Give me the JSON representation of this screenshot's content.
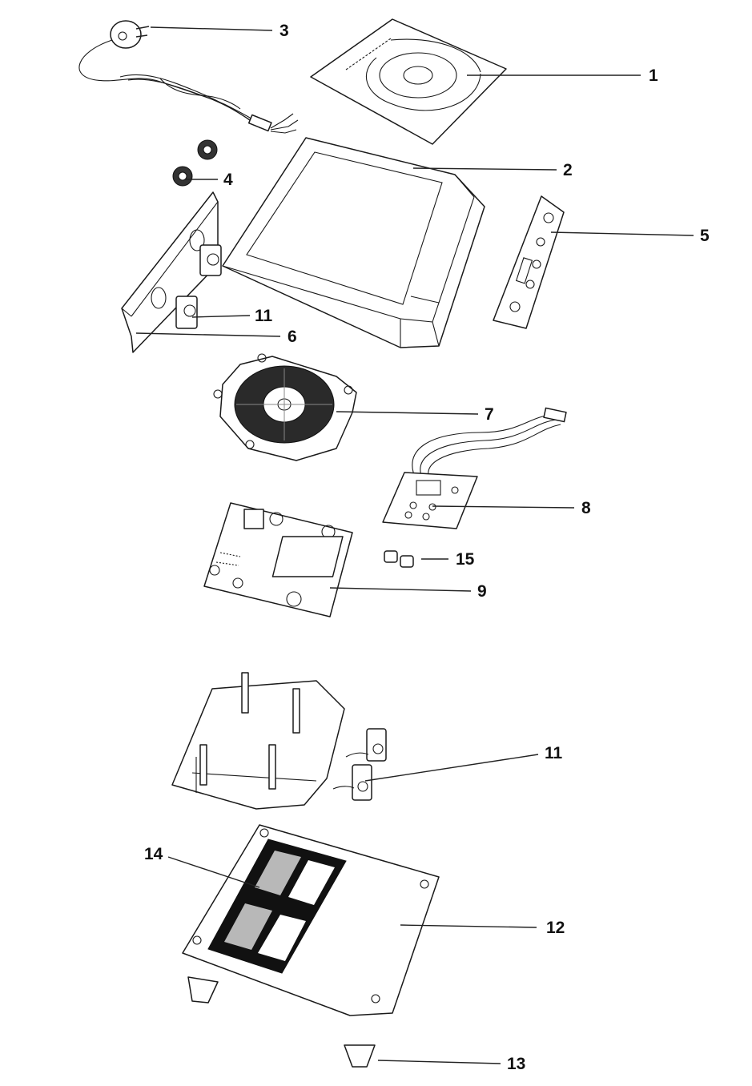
{
  "diagram": {
    "icons": {
      "plug": "plug-icon",
      "gasket": "gasket-icon"
    },
    "colors": {
      "ink": "#1a1a1a",
      "background": "#ffffff",
      "coil": "#2a2a2a",
      "ferrite": "#b8b8b8"
    },
    "callouts": [
      {
        "id": "c1",
        "label": "1"
      },
      {
        "id": "c2",
        "label": "2"
      },
      {
        "id": "c3",
        "label": "3"
      },
      {
        "id": "c4",
        "label": "4"
      },
      {
        "id": "c5",
        "label": "5"
      },
      {
        "id": "c6",
        "label": "6"
      },
      {
        "id": "c7",
        "label": "7"
      },
      {
        "id": "c8",
        "label": "8"
      },
      {
        "id": "c9",
        "label": "9"
      },
      {
        "id": "c11a",
        "label": "11"
      },
      {
        "id": "c11b",
        "label": "11"
      },
      {
        "id": "c12",
        "label": "12"
      },
      {
        "id": "c13",
        "label": "13"
      },
      {
        "id": "c14",
        "label": "14"
      },
      {
        "id": "c15",
        "label": "15"
      }
    ]
  }
}
